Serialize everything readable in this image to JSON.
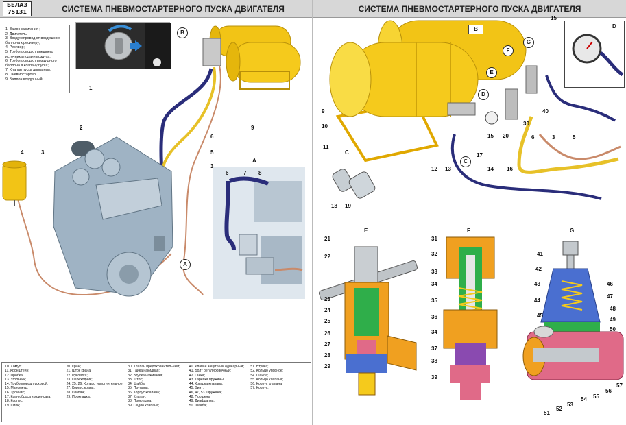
{
  "left": {
    "logo_line1": "БЕЛАЗ",
    "logo_line2": "75131",
    "title": "СИСТЕМА ПНЕВМОСТАРТЕРНОГО ПУСКА ДВИГАТЕЛЯ",
    "legend_top": [
      "1. Замок зажигания ;",
      "2. Двигатель;",
      "3. Воздухопровод от воздушного баллона к ресиверу;",
      "4. Ресивер;",
      "5. Трубопровод от внешнего источника подачи воздуха;",
      "6. Трубопровод от воздушного баллона в клапану пуска;",
      "7. Клапан пуска двигателя;",
      "8. Пневмостартер;",
      "9. Баллон воздушный;"
    ],
    "callouts": [
      "1",
      "2",
      "3",
      "4",
      "5",
      "6",
      "3",
      "9"
    ],
    "circle_labels": [
      "B",
      "A"
    ],
    "detail_label": "A",
    "detail_callouts": [
      "6",
      "7",
      "8"
    ],
    "legend_bottom": [
      [
        "10. Хомут;",
        "11. Кронштейн;",
        "12. Пробка;",
        "13. Угольник;",
        "14. Трубопровод пусковой;",
        "15. Манометр;",
        "16. Тройник;",
        "17. Кран сброса конденсата;",
        "18. Корпус;",
        "19. Шток;"
      ],
      [
        "20. Кран;",
        "21. Шток крана;",
        "22. Рукоятка;",
        "23. Переходник;",
        "24, 25, 26. Кольцо уплотнительное;",
        "27. Корпус крана;",
        "28. Клапан;",
        "29. Прокладка;"
      ],
      [
        "30. Клапан предохранительный;",
        "31. Гайка накидная;",
        "32. Втулка нажимная;",
        "33. Шток;",
        "34. Шайба;",
        "35. Пружина;",
        "36. Корпус клапана;",
        "37. Клапан;",
        "38. Прокладка;",
        "39. Седло клапана;"
      ],
      [
        "40. Клапан защитный одинарный;",
        "41. Болт регулировочный;",
        "42. Гайка;",
        "43. Тарелка пружины;",
        "44. Крышка клапана;",
        "45. Винт;",
        "46, 47, 53. Пружина;",
        "48. Поршень;",
        "49. Диафрагма;",
        "50. Шайба;"
      ],
      [
        "51. Втулка;",
        "52. Кольцо упорное;",
        "54. Шайба;",
        "55. Кольцо клапана;",
        "56. Корпус клапана;",
        "57. Корпус."
      ]
    ]
  },
  "right": {
    "title": "СИСТЕМА ПНЕВМОСТАРТЕРНОГО ПУСКА ДВИГАТЕЛЯ",
    "panel_labels": [
      "B",
      "D",
      "C",
      "E",
      "F",
      "G"
    ],
    "circle_labels": [
      "F",
      "G",
      "E",
      "D",
      "C"
    ],
    "callouts_main": [
      "9",
      "10",
      "11",
      "12",
      "13",
      "17",
      "14",
      "15",
      "20",
      "30",
      "40",
      "5",
      "6",
      "3",
      "16",
      "15"
    ],
    "callouts_c": [
      "18",
      "19"
    ],
    "callouts_e": [
      "21",
      "22",
      "23",
      "24",
      "25",
      "26",
      "27",
      "28",
      "29"
    ],
    "callouts_f": [
      "31",
      "32",
      "33",
      "34",
      "35",
      "36",
      "34",
      "37",
      "38",
      "39"
    ],
    "callouts_g": [
      "41",
      "42",
      "43",
      "44",
      "45",
      "46",
      "47",
      "48",
      "49",
      "50",
      "51",
      "52",
      "53",
      "54",
      "55",
      "56",
      "57"
    ]
  },
  "colors": {
    "tank": "#f2c416",
    "tank_shade": "#c99a08",
    "hose": "#2a2d7a",
    "copper": "#c98a6a",
    "engine": "#9fb3c4",
    "frame": "#e0a800",
    "section_green": "#2fae4a",
    "section_pink": "#e06a88",
    "section_blue": "#4a6fd0",
    "section_orange": "#f0a020"
  }
}
